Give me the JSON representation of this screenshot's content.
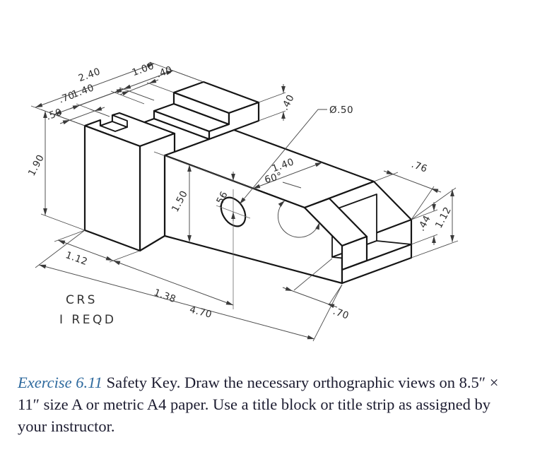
{
  "figure": {
    "dims": {
      "overall_depth": "2.40",
      "front_block_depth": "1.40",
      "rear_block_depth": "1.00",
      "front_overhang": ".50",
      "left_wall_width": ".70",
      "step_width": ".40",
      "step_height": ".40",
      "left_height": "1.90",
      "hole_dia": "Ø.50",
      "beam_width": "1.40",
      "face_height": "1.50",
      "hole_from_top": ".56",
      "chamfer_angle": "60°",
      "chamfer_run": ".76",
      "notch_drop": ".44",
      "end_height": "1.12",
      "notch_depth": ".70",
      "block_length": "1.12",
      "hole_offset": "1.38",
      "overall_length": "4.70"
    },
    "notes": {
      "material": "CRS",
      "quantity": "I REQD"
    }
  },
  "caption": {
    "label": "Exercise 6.11",
    "body": "Safety Key. Draw the necessary orthographic views on 8.5″ × 11″ size A or metric A4 paper. Use a title block or title strip as assigned by your instructor."
  }
}
